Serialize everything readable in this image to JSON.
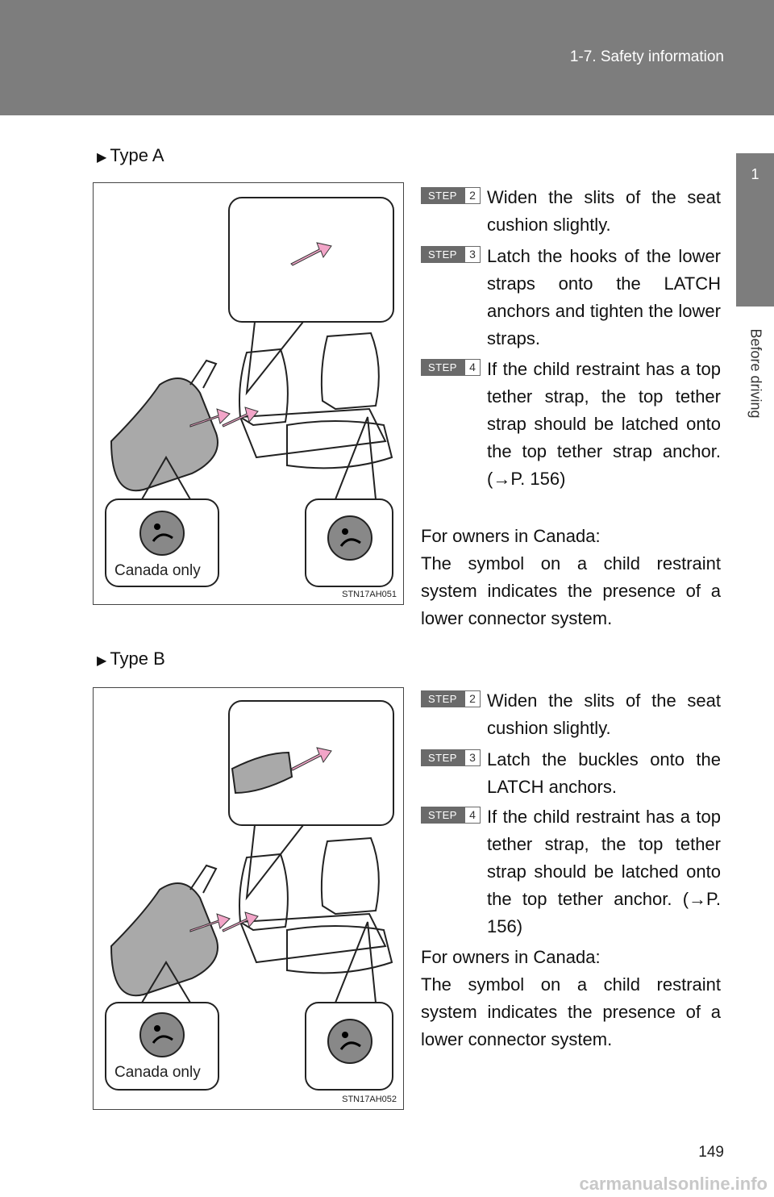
{
  "header": {
    "section": "1-7. Safety information"
  },
  "side_tab": {
    "number": "1",
    "label": "Before driving"
  },
  "type_a": {
    "heading": "Type A",
    "canada_label": "Canada only",
    "figure_code": "STN17AH051",
    "steps": [
      {
        "badge": "STEP",
        "num": "2",
        "text": "Widen the slits of the seat cushion slightly."
      },
      {
        "badge": "STEP",
        "num": "3",
        "text": "Latch the hooks of the lower straps onto the LATCH anchors and tighten the lower straps."
      },
      {
        "badge": "STEP",
        "num": "4",
        "text": "If the child restraint has a top tether strap, the top tether strap should be latched onto the top tether strap anchor. (→P. 156)"
      }
    ],
    "canada_heading": "For owners in Canada:",
    "canada_text": "The symbol on a child restraint system indicates the presence of a lower connector system."
  },
  "type_b": {
    "heading": "Type B",
    "canada_label": "Canada only",
    "figure_code": "STN17AH052",
    "steps": [
      {
        "badge": "STEP",
        "num": "2",
        "text": "Widen the slits of the seat cushion slightly."
      },
      {
        "badge": "STEP",
        "num": "3",
        "text": "Latch the buckles onto the LATCH anchors."
      },
      {
        "badge": "STEP",
        "num": "4",
        "text": "If the child restraint has a top tether strap, the top tether strap should be latched onto the top tether anchor. (→P. 156)"
      }
    ],
    "canada_heading": "For owners in Canada:",
    "canada_text": "The symbol on a child restraint system indicates the presence of a lower connector system."
  },
  "page_number": "149",
  "watermark": "carmanualsonline.info"
}
